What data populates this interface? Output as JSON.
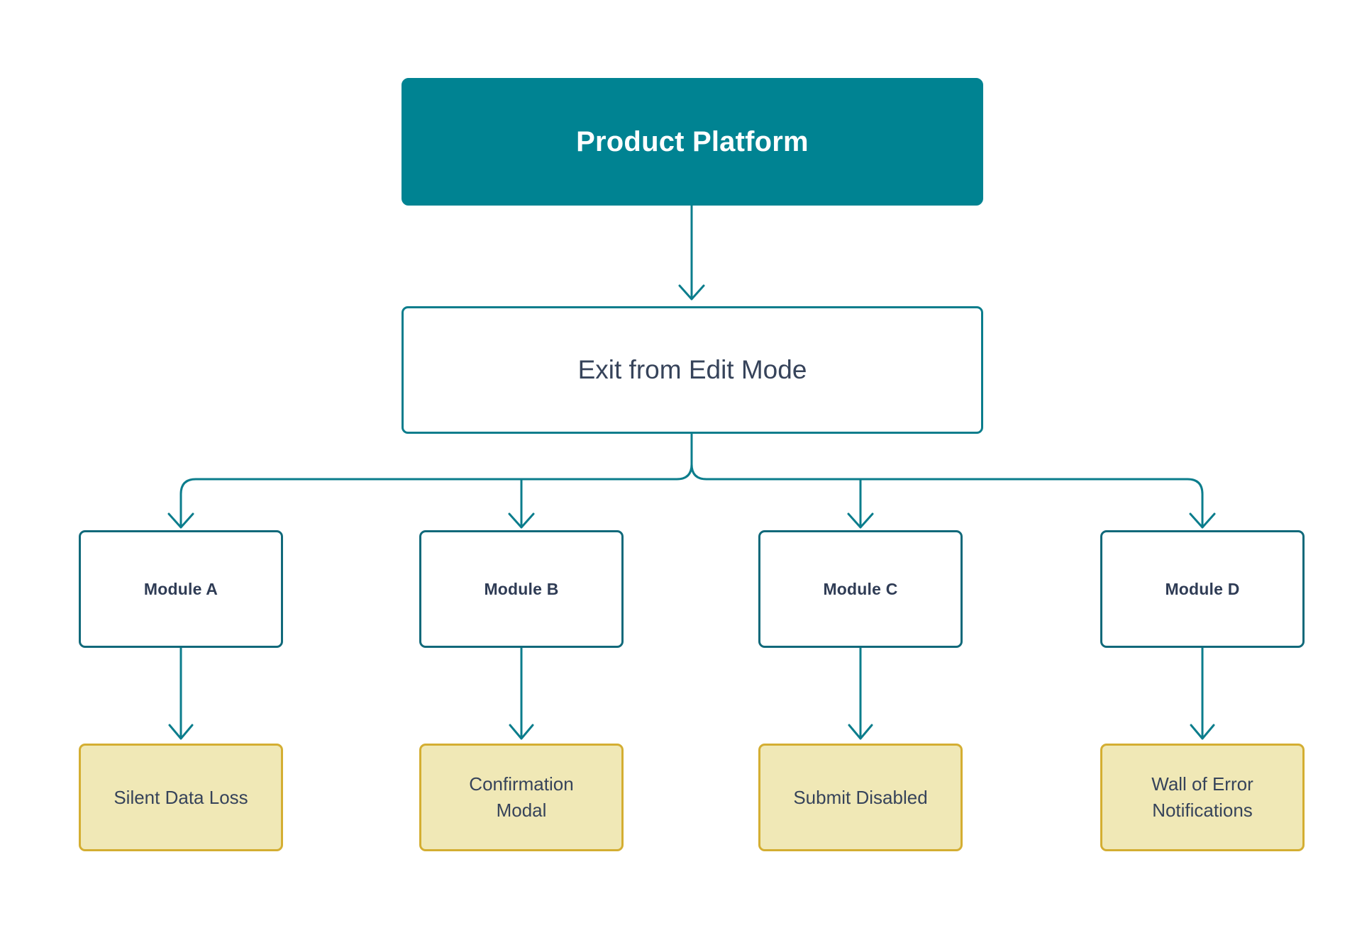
{
  "diagram": {
    "type": "flowchart",
    "orientation": "top-down",
    "title_node": "Product Platform",
    "colors": {
      "root_fill": "#008392",
      "root_text": "#ffffff",
      "process_border": "#0b7d8c",
      "module_border": "#11697a",
      "outcome_fill": "#f0e8b6",
      "outcome_border": "#d4ae32",
      "node_text": "#36435a",
      "connector": "#0b7d8c",
      "background": "#ffffff"
    },
    "levels": {
      "root": {
        "id": "product-platform",
        "label": "Product Platform"
      },
      "process": {
        "id": "exit-edit-mode",
        "label": "Exit from Edit Mode"
      },
      "modules": [
        {
          "id": "module-a",
          "label": "Module A"
        },
        {
          "id": "module-b",
          "label": "Module B"
        },
        {
          "id": "module-c",
          "label": "Module C"
        },
        {
          "id": "module-d",
          "label": "Module D"
        }
      ],
      "outcomes": [
        {
          "id": "silent-data-loss",
          "line1": "Silent Data Loss",
          "line2": ""
        },
        {
          "id": "confirmation-modal",
          "line1": "Confirmation",
          "line2": "Modal"
        },
        {
          "id": "submit-disabled",
          "line1": "Submit Disabled",
          "line2": ""
        },
        {
          "id": "wall-of-error-notifications",
          "line1": "Wall of Error",
          "line2": "Notifications"
        }
      ]
    },
    "edges": [
      {
        "from": "product-platform",
        "to": "exit-edit-mode",
        "style": "arrow"
      },
      {
        "from": "exit-edit-mode",
        "to": "module-a",
        "style": "elbow-arrow"
      },
      {
        "from": "exit-edit-mode",
        "to": "module-b",
        "style": "elbow-arrow"
      },
      {
        "from": "exit-edit-mode",
        "to": "module-c",
        "style": "elbow-arrow"
      },
      {
        "from": "exit-edit-mode",
        "to": "module-d",
        "style": "elbow-arrow"
      },
      {
        "from": "module-a",
        "to": "silent-data-loss",
        "style": "arrow"
      },
      {
        "from": "module-b",
        "to": "confirmation-modal",
        "style": "arrow"
      },
      {
        "from": "module-c",
        "to": "submit-disabled",
        "style": "arrow"
      },
      {
        "from": "module-d",
        "to": "wall-of-error-notifications",
        "style": "arrow"
      }
    ]
  }
}
